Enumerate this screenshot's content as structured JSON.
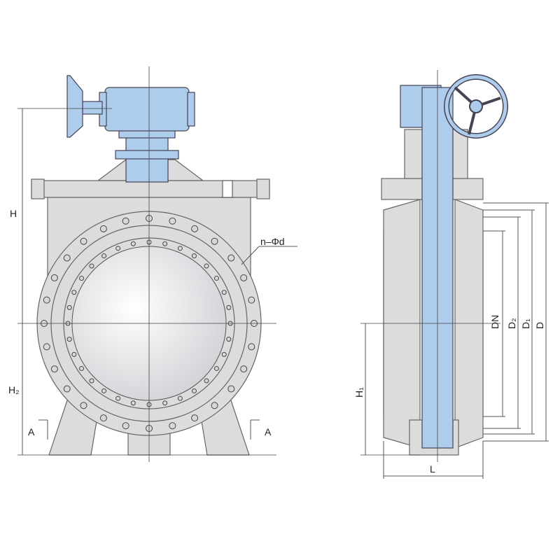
{
  "labels": {
    "H": "H",
    "H2": "H₂",
    "section_left": "A",
    "section_right": "A",
    "bolt_holes": "n–Φd",
    "DN": "DN",
    "D2": "D₂",
    "D1": "D₁",
    "D": "D",
    "H1": "H₁",
    "L": "L"
  },
  "colors": {
    "actuator": "#aeccec",
    "body": "#dcdcdc"
  }
}
